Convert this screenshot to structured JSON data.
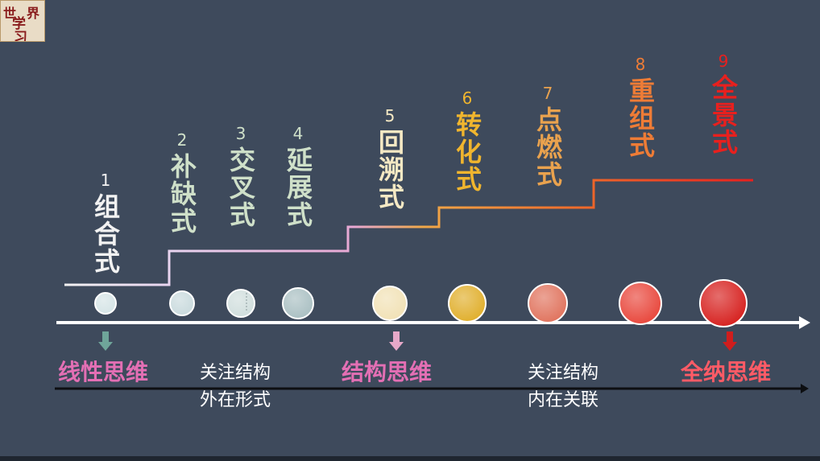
{
  "logo": {
    "chars": [
      "世",
      "界",
      "学",
      "习"
    ]
  },
  "stages": [
    {
      "num": "1",
      "label": "组合式",
      "color": "#f2f2f2",
      "circle_color": "#d5e4e6"
    },
    {
      "num": "2",
      "label": "补缺式",
      "color": "#cfe0c9",
      "circle_color": "#c9dadd"
    },
    {
      "num": "3",
      "label": "交叉式",
      "color": "#cfe0c9",
      "circle_color": "#d0dedd"
    },
    {
      "num": "4",
      "label": "延展式",
      "color": "#cfe0c9",
      "circle_color": "#a9bfc2"
    },
    {
      "num": "5",
      "label": "回溯式",
      "color": "#f5e9c4",
      "circle_color": "#f1e1b5"
    },
    {
      "num": "6",
      "label": "转化式",
      "color": "#f0b52e",
      "circle_color": "#e0ae2a"
    },
    {
      "num": "7",
      "label": "点燃式",
      "color": "#e9a24e",
      "circle_color": "#e0725c"
    },
    {
      "num": "8",
      "label": "重组式",
      "color": "#ee7c36",
      "circle_color": "#e8453a"
    },
    {
      "num": "9",
      "label": "全景式",
      "color": "#e8201e",
      "circle_color": "#d61f1d"
    }
  ],
  "modes": [
    {
      "label": "线性思维",
      "color": "#e36fb4",
      "arrow_color": "#6fa59a"
    },
    {
      "label": "结构思维",
      "color": "#e36fb4",
      "arrow_color": "#e6a8c8"
    },
    {
      "label": "全纳思维",
      "color": "#ff5b66",
      "arrow_color": "#d01d1d"
    }
  ],
  "notes": [
    {
      "line1": "关注结构",
      "line2": "外在形式"
    },
    {
      "line1": "关注结构",
      "line2": "内在关联"
    }
  ]
}
